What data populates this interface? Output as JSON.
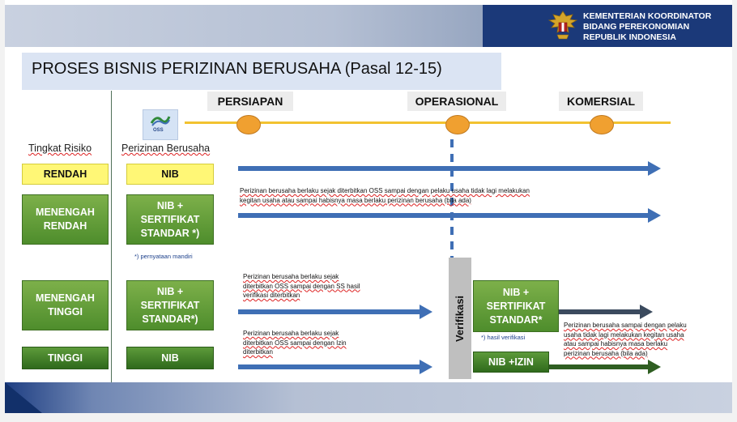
{
  "header": {
    "ministry_line1": "KEMENTERIAN KOORDINATOR",
    "ministry_line2": "BIDANG PEREKONOMIAN",
    "ministry_line3": "REPUBLIK INDONESIA"
  },
  "title": "PROSES BISNIS PERIZINAN BERUSAHA (Pasal 12-15)",
  "oss_logo_text": "OSS",
  "phases": {
    "persiapan": "PERSIAPAN",
    "operasional": "OPERASIONAL",
    "komersial": "KOMERSIAL"
  },
  "columns": {
    "tingkat_risiko": "Tingkat Risiko",
    "perizinan_berusaha": "Perizinan Berusaha"
  },
  "rows": {
    "rendah": {
      "risk": "RENDAH",
      "permit": "NIB"
    },
    "menengah_rendah": {
      "risk": "MENENGAH\nRENDAH",
      "permit": "NIB +\nSERTIFIKAT\nSTANDAR *)",
      "note": "*) pernyataan mandiri"
    },
    "menengah_tinggi": {
      "risk": "MENENGAH\nTINGGI",
      "permit": "NIB +\nSERTIFIKAT\nSTANDAR*)"
    },
    "tinggi": {
      "risk": "TINGGI",
      "permit": "NIB"
    }
  },
  "descriptions": {
    "low": "Perizinan berusaha berlaku sejak diterbitkan OSS sampai dengan pelaku usaha tidak lagi melakukan\nkegitan usaha atau sampai habisnya masa berlaku perizinan berusaha (bila ada)",
    "mid_high": "Perizinan berusaha berlaku sejak\nditerbitkan OSS sampai dengan SS hasil\nverifikasi diterbitkan",
    "high": "Perizinan berusaha berlaku sejak\nditerbitkan OSS sampai dengan Izin\nditerbitkan",
    "after": "Perizinan berusaha sampai dengan pelaku\nusaha tidak lagi melakukan kegitan usaha\natau sampai habisnya masa berlaku\nperizinan berusaha (bila ada)"
  },
  "verifikasi": "Verifikasi",
  "after_verif": {
    "sertifikat": "NIB +\nSERTIFIKAT\nSTANDAR*",
    "note": "*) hasil verifikasi",
    "izin": "NIB +IZIN"
  },
  "colors": {
    "navy": "#1b3979",
    "arrow_blue": "#3f6fb5",
    "arrow_slate": "#3b4a5e",
    "arrow_green": "#2f5e22",
    "timeline": "#f2c230",
    "milestone": "#f0a030",
    "box_yellow": "#fff776",
    "box_green": "#5e9a36"
  }
}
